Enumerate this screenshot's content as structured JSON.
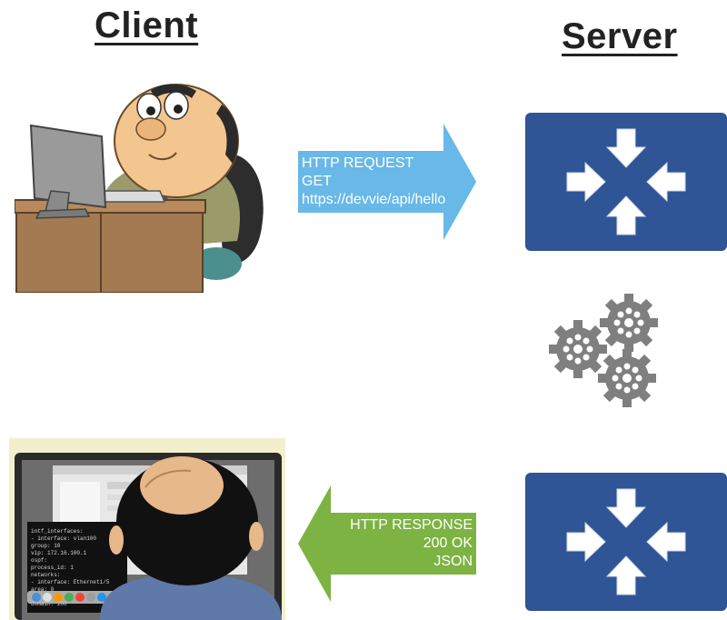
{
  "client": {
    "heading": "Client"
  },
  "server": {
    "heading": "Server"
  },
  "request": {
    "line1": "HTTP REQUEST",
    "line2": "GET",
    "line3": "https://devvie/api/hello",
    "color": "#68B8E8"
  },
  "response": {
    "line1": "HTTP RESPONSE",
    "line2": "200 OK",
    "line3": "JSON",
    "color": "#7CB342"
  },
  "colors": {
    "server_box": "#2F5597",
    "gear": "#7F7F7F"
  },
  "icons": {
    "server_top": "server-arrows-icon",
    "server_bottom": "server-arrows-icon",
    "gears": "gears-icon",
    "client_top": "person-at-computer-illustration",
    "client_bottom": "person-viewing-terminal-illustration"
  }
}
